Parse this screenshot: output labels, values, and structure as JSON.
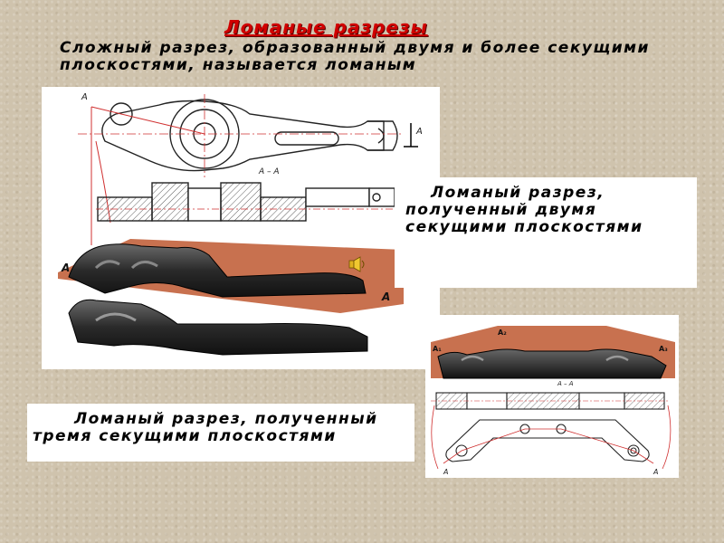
{
  "title": "Ломаные разрезы",
  "definition": "Сложный разрез, образованный двумя и более секущими плоскостями, называется ломаным",
  "caption_two_planes": "Ломаный разрез, полученный двумя секущими плоскостями",
  "caption_three_planes": "Ломаный разрез, полученный тремя секущими плоскостями",
  "drawing1_labels": {
    "section_mark_top": "А",
    "section_mark_right": "А",
    "section_title": "А – А",
    "plane_label_left": "А",
    "plane_label_right": "А"
  },
  "drawing2_labels": {
    "plane_label_1": "А₁",
    "plane_label_2": "А₂",
    "plane_label_3": "А₃",
    "section_title": "А – А",
    "section_mark_left": "А",
    "section_mark_right": "А"
  },
  "colors": {
    "title": "#d00000",
    "background": "#cfc3ad",
    "plane_fill": "#c8714f",
    "part_dark": "#2b2b2b"
  },
  "icons": [
    "sound-icon"
  ]
}
